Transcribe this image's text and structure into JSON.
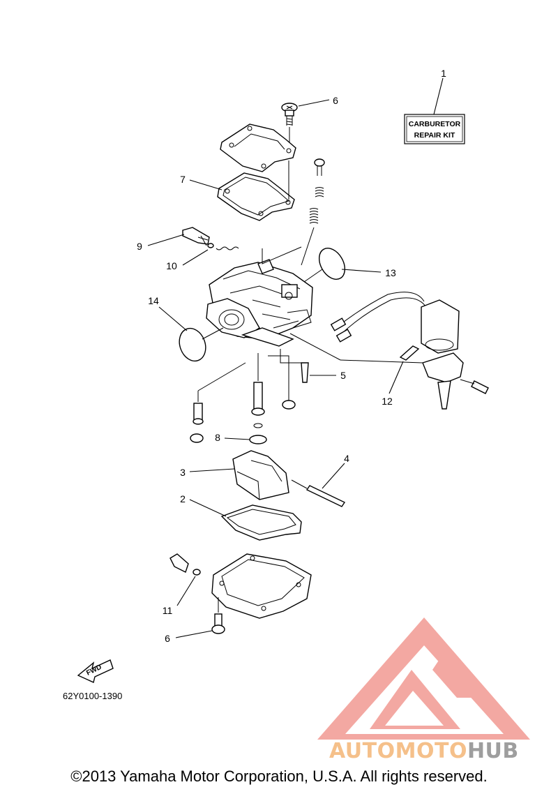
{
  "diagram": {
    "kit_label_line1": "CARBURETOR",
    "kit_label_line2": "REPAIR KIT",
    "fwd_label": "FWD",
    "part_number": "62Y0100-1390",
    "callouts": {
      "c1": "1",
      "c2": "2",
      "c3": "3",
      "c4": "4",
      "c5": "5",
      "c6a": "6",
      "c6b": "6",
      "c7": "7",
      "c8": "8",
      "c9": "9",
      "c10": "10",
      "c11": "11",
      "c12": "12",
      "c13": "13",
      "c14": "14"
    }
  },
  "watermark": {
    "part1": "AUTOMOTO",
    "part2": "HUB",
    "logo_color": "#f0908a",
    "text_color_1": "#f5c08a",
    "text_color_2": "#9e9e9e"
  },
  "footer": {
    "copyright": "©2013 Yamaha Motor Corporation, U.S.A. All rights reserved."
  }
}
